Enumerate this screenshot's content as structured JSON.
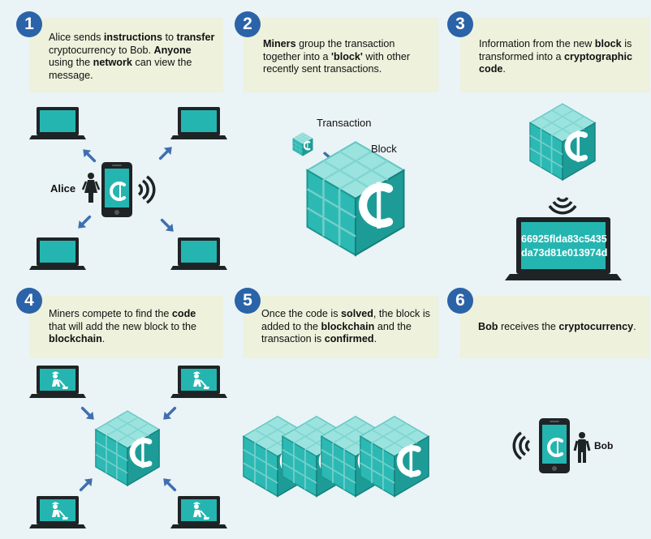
{
  "steps": [
    {
      "number": "1",
      "segments": [
        {
          "t": "Alice sends "
        },
        {
          "t": "instructions",
          "b": true
        },
        {
          "t": " to "
        },
        {
          "t": "transfer",
          "b": true
        },
        {
          "t": " cryptocurrency to Bob. "
        },
        {
          "t": "Anyone",
          "b": true
        },
        {
          "t": " using the "
        },
        {
          "t": "network",
          "b": true
        },
        {
          "t": " can view the message."
        }
      ]
    },
    {
      "number": "2",
      "segments": [
        {
          "t": "Miners",
          "b": true
        },
        {
          "t": " group the transaction together into a "
        },
        {
          "t": "'block'",
          "b": true
        },
        {
          "t": " with other recently sent transactions."
        }
      ]
    },
    {
      "number": "3",
      "segments": [
        {
          "t": "Information from the new "
        },
        {
          "t": "block",
          "b": true
        },
        {
          "t": " is transformed into a "
        },
        {
          "t": "cryptographic code",
          "b": true
        },
        {
          "t": "."
        }
      ]
    },
    {
      "number": "4",
      "segments": [
        {
          "t": "Miners compete to find the "
        },
        {
          "t": "code",
          "b": true
        },
        {
          "t": " that will add the new block to the "
        },
        {
          "t": "blockchain",
          "b": true
        },
        {
          "t": "."
        }
      ]
    },
    {
      "number": "5",
      "segments": [
        {
          "t": "Once the code is "
        },
        {
          "t": "solved",
          "b": true
        },
        {
          "t": ", the block is added to the "
        },
        {
          "t": "blockchain",
          "b": true
        },
        {
          "t": " and the transaction is "
        },
        {
          "t": "confirmed",
          "b": true
        },
        {
          "t": "."
        }
      ]
    },
    {
      "number": "6",
      "segments": [
        {
          "t": "Bob",
          "b": true
        },
        {
          "t": " receives the "
        },
        {
          "t": "cryptocurrency",
          "b": true
        },
        {
          "t": "."
        }
      ]
    }
  ],
  "labels": {
    "alice": "Alice",
    "bob": "Bob",
    "transaction": "Transaction",
    "block": "Block"
  },
  "crypto_code": {
    "line1": "66925flda83c5435",
    "line2": "da73d81e013974d"
  },
  "icons": {
    "cube": "block-cube-icon",
    "laptop": "laptop-icon",
    "miner": "miner-digging-icon",
    "phone": "smartphone-crypto-icon",
    "signal": "wireless-signal-icon",
    "person": "person-icon",
    "arrow": "arrow-icon"
  },
  "colors": {
    "panel": "#eef1dc",
    "stage": "#eaf3f6",
    "number_badge": "#2b63a8",
    "teal": "#25b5b0",
    "teal_dark": "#1a8e8a",
    "teal_light": "#7fd6d2",
    "laptop_frame": "#1e2326",
    "arrow": "#3f6fb0"
  }
}
